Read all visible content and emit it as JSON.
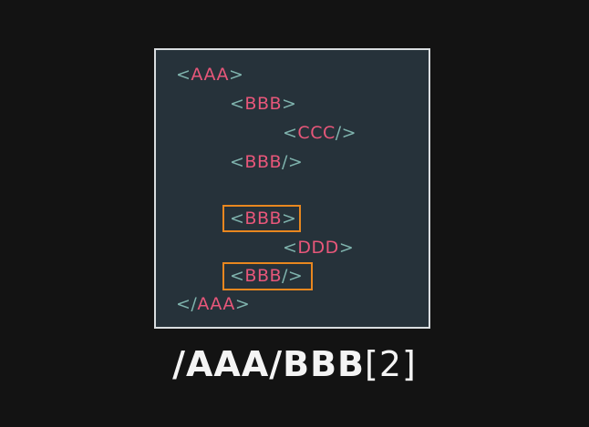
{
  "lines": [
    {
      "open": "<",
      "tag": "AAA",
      "close": ">"
    },
    {
      "open": "<",
      "tag": "BBB",
      "close": ">"
    },
    {
      "open": "<",
      "tag": "CCC",
      "close": "/>"
    },
    {
      "open": "<",
      "tag": "BBB",
      "close": "/>"
    },
    {
      "open": "<",
      "tag": "BBB",
      "close": ">"
    },
    {
      "open": "<",
      "tag": "DDD",
      "close": ">"
    },
    {
      "open": "<",
      "tag": "BBB",
      "close": "/>"
    },
    {
      "open": "</",
      "tag": "AAA",
      "close": ">"
    }
  ],
  "xpath": {
    "path": "/AAA/BBB",
    "index": "[2]"
  },
  "colors": {
    "background": "#131313",
    "panel": "#26323a",
    "panel_border": "#d9dde0",
    "bracket": "#7fb3ad",
    "tag": "#e8577a",
    "highlight": "#e8871f",
    "xpath_text": "#f4f4f4"
  }
}
